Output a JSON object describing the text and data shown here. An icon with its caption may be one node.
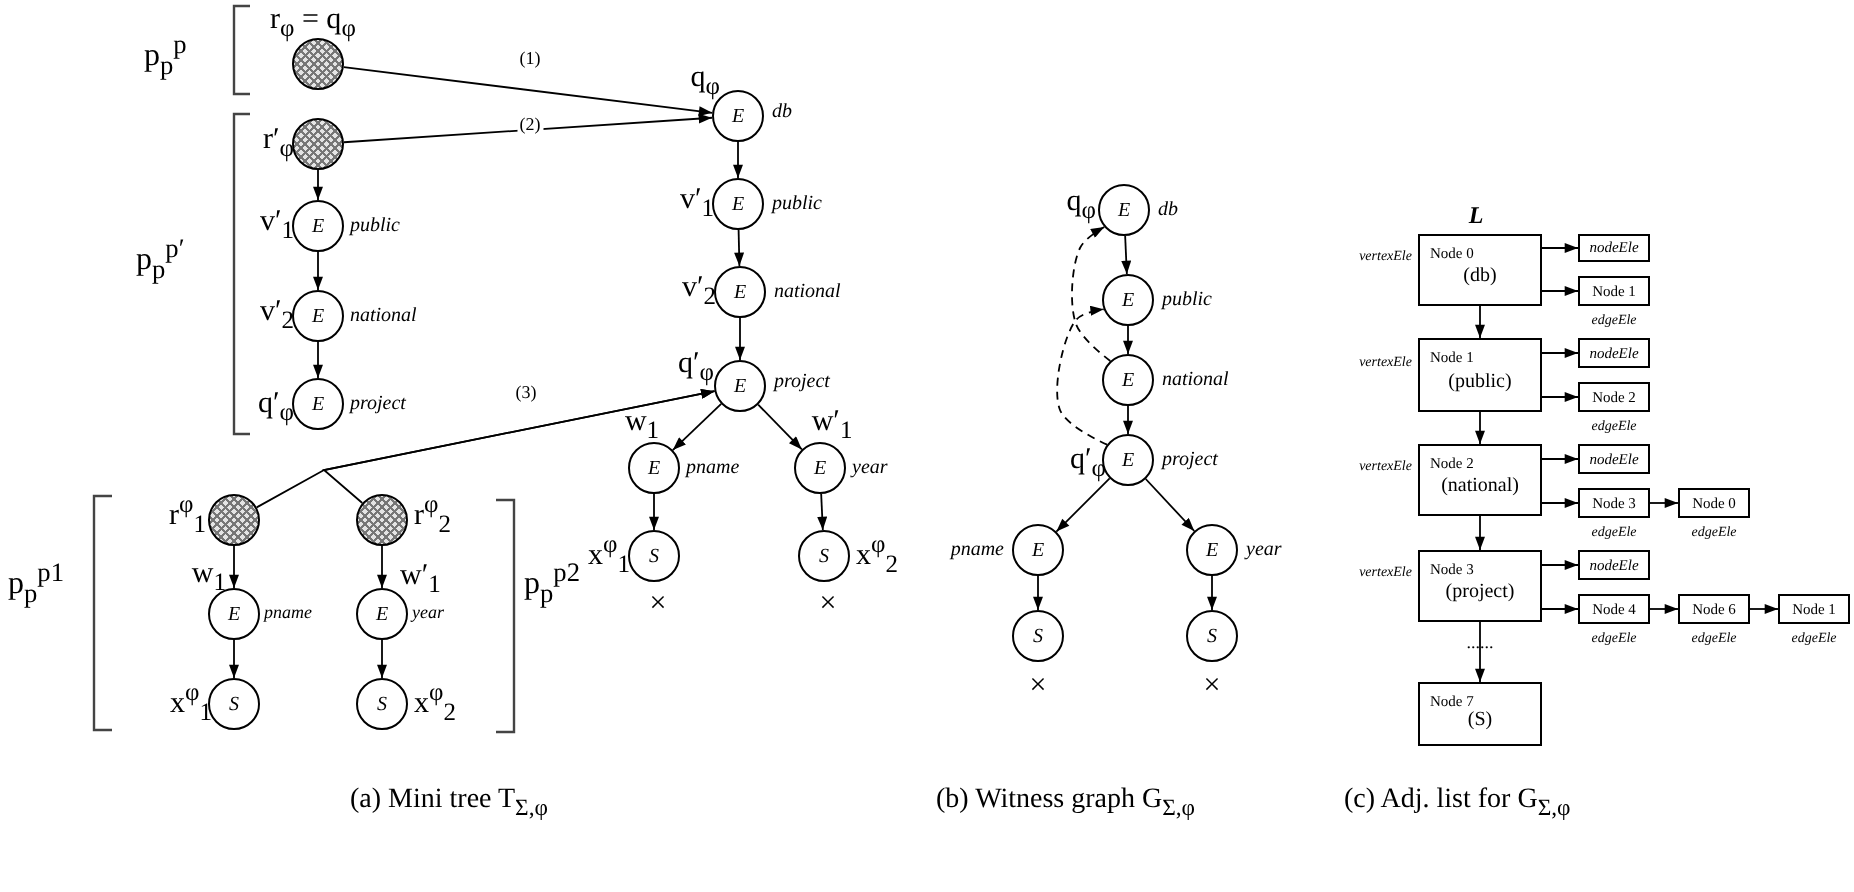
{
  "diagram": {
    "nodes": [
      {
        "text": [],
        "shape": "circle",
        "beside": [
          "r$_{φ}$ = q$_{φ}$"
        ]
      },
      {
        "text": [],
        "shape": "circle",
        "beside": [
          "r′$_{φ}$"
        ]
      },
      {
        "text": [
          "E"
        ],
        "beside": [
          "v′$_{1}$",
          "public"
        ]
      },
      {
        "text": [
          "E"
        ],
        "beside": [
          "v′$_{2}$",
          "national"
        ]
      },
      {
        "text": [
          "E"
        ],
        "beside": [
          "q′$_{φ}$",
          "project"
        ]
      },
      {
        "text": [],
        "shape": "circle",
        "beside": [
          "r$^{φ}$$_{1}$"
        ]
      },
      {
        "text": [],
        "shape": "circle",
        "beside": [
          "r$^{φ}$$_{2}$"
        ]
      },
      {
        "text": [
          "E"
        ],
        "beside": [
          "w$_{1}$",
          "pname"
        ]
      },
      {
        "text": [
          "E"
        ],
        "beside": [
          "w′$_{1}$",
          "year"
        ]
      },
      {
        "text": [
          "S"
        ],
        "beside": [
          "x$^{φ}$$_{1}$"
        ]
      },
      {
        "text": [
          "S"
        ],
        "beside": [
          "x$^{φ}$$_{2}$"
        ]
      },
      {
        "text": [
          "E"
        ],
        "beside": [
          "q$_{φ}$",
          "db"
        ]
      },
      {
        "text": [
          "E"
        ],
        "beside": [
          "v′$_{1}$",
          "public"
        ]
      },
      {
        "text": [
          "E"
        ],
        "beside": [
          "v′$_{2}$",
          "national"
        ]
      },
      {
        "text": [
          "E"
        ],
        "beside": [
          "q′$_{φ}$",
          "project"
        ]
      },
      {
        "text": [
          "E"
        ],
        "beside": [
          "w$_{1}$",
          "pname"
        ]
      },
      {
        "text": [
          "E"
        ],
        "beside": [
          "w′$_{1}$",
          "year"
        ]
      },
      {
        "text": [
          "S"
        ],
        "beside": [
          "x$^{φ}$$_{1}$",
          "×"
        ]
      },
      {
        "text": [
          "S"
        ],
        "beside": [
          "x$^{φ}$$_{2}$",
          "×"
        ]
      },
      {
        "text": [
          "E"
        ],
        "beside": [
          "q$_{φ}$",
          "db"
        ]
      },
      {
        "text": [
          "E"
        ],
        "beside": [
          "public"
        ]
      },
      {
        "text": [
          "E"
        ],
        "beside": [
          "national"
        ]
      },
      {
        "text": [
          "E"
        ],
        "beside": [
          "q′$_{φ}$",
          "project"
        ]
      },
      {
        "text": [
          "E"
        ],
        "beside": [
          "pname"
        ]
      },
      {
        "text": [
          "E"
        ],
        "beside": [
          "year"
        ]
      },
      {
        "text": [
          "S"
        ],
        "beside": [
          "×"
        ]
      },
      {
        "text": [
          "S"
        ],
        "beside": [
          "×"
        ]
      },
      {
        "text": [
          "Node 0",
          "(db)"
        ],
        "beside": [
          "L",
          "vertexEle"
        ]
      },
      {
        "text": [
          "nodeEle"
        ]
      },
      {
        "text": [
          "Node 1"
        ],
        "beside": [
          "edgeEle"
        ]
      },
      {
        "text": [
          "Node 1",
          "(public)"
        ],
        "beside": [
          "vertexEle"
        ]
      },
      {
        "text": [
          "nodeEle"
        ]
      },
      {
        "text": [
          "Node 2"
        ],
        "beside": [
          "edgeEle"
        ]
      },
      {
        "text": [
          "Node 2",
          "(national)"
        ],
        "beside": [
          "vertexEle"
        ]
      },
      {
        "text": [
          "nodeEle"
        ]
      },
      {
        "text": [
          "Node 3"
        ],
        "beside": [
          "edgeEle"
        ]
      },
      {
        "text": [
          "Node 0"
        ],
        "beside": [
          "edgeEle"
        ]
      },
      {
        "text": [
          "Node 3",
          "(project)"
        ],
        "beside": [
          "vertexEle"
        ]
      },
      {
        "text": [
          "nodeEle"
        ]
      },
      {
        "text": [
          "Node 4"
        ],
        "beside": [
          "edgeEle"
        ]
      },
      {
        "text": [
          "Node 6"
        ],
        "beside": [
          "edgeEle"
        ]
      },
      {
        "text": [
          "Node 1"
        ],
        "beside": [
          "edgeEle"
        ]
      },
      {
        "text": [
          "Node 7",
          "(S)"
        ]
      }
    ],
    "edges": [
      {
        "from": 0,
        "to": 11,
        "arrow": "to",
        "label": "(1)"
      },
      {
        "from": 1,
        "to": 11,
        "arrow": "to",
        "label": "(2)"
      },
      {
        "from": 1,
        "to": 2,
        "arrow": "to"
      },
      {
        "from": 2,
        "to": 3,
        "arrow": "to"
      },
      {
        "from": 3,
        "to": 4,
        "arrow": "to"
      },
      {
        "from": 5,
        "to": 14,
        "arrow": "to",
        "label": "(3)"
      },
      {
        "from": 6,
        "to": 14,
        "arrow": "to"
      },
      {
        "from": 5,
        "to": 7,
        "arrow": "to"
      },
      {
        "from": 7,
        "to": 9,
        "arrow": "to"
      },
      {
        "from": 6,
        "to": 8,
        "arrow": "to"
      },
      {
        "from": 8,
        "to": 10,
        "arrow": "to"
      },
      {
        "from": 11,
        "to": 12,
        "arrow": "to"
      },
      {
        "from": 12,
        "to": 13,
        "arrow": "to"
      },
      {
        "from": 13,
        "to": 14,
        "arrow": "to"
      },
      {
        "from": 14,
        "to": 15,
        "arrow": "to"
      },
      {
        "from": 14,
        "to": 16,
        "arrow": "to"
      },
      {
        "from": 15,
        "to": 17,
        "arrow": "to"
      },
      {
        "from": 16,
        "to": 18,
        "arrow": "to"
      },
      {
        "from": 19,
        "to": 20,
        "arrow": "to"
      },
      {
        "from": 20,
        "to": 21,
        "arrow": "to"
      },
      {
        "from": 21,
        "to": 22,
        "arrow": "to"
      },
      {
        "from": 22,
        "to": 23,
        "arrow": "to"
      },
      {
        "from": 22,
        "to": 24,
        "arrow": "to"
      },
      {
        "from": 23,
        "to": 25,
        "arrow": "to"
      },
      {
        "from": 24,
        "to": 26,
        "arrow": "to"
      },
      {
        "from": 21,
        "to": 19,
        "arrow": "to",
        "style": "dashed"
      },
      {
        "from": 22,
        "to": 20,
        "arrow": "to",
        "style": "dashed"
      },
      {
        "from": 27,
        "to": 28,
        "arrow": "to"
      },
      {
        "from": 27,
        "to": 29,
        "arrow": "to"
      },
      {
        "from": 27,
        "to": 30,
        "arrow": "to"
      },
      {
        "from": 30,
        "to": 31,
        "arrow": "to"
      },
      {
        "from": 30,
        "to": 32,
        "arrow": "to"
      },
      {
        "from": 30,
        "to": 33,
        "arrow": "to"
      },
      {
        "from": 33,
        "to": 34,
        "arrow": "to"
      },
      {
        "from": 33,
        "to": 35,
        "arrow": "to"
      },
      {
        "from": 35,
        "to": 36,
        "arrow": "to"
      },
      {
        "from": 33,
        "to": 37,
        "arrow": "to"
      },
      {
        "from": 37,
        "to": 38,
        "arrow": "to"
      },
      {
        "from": 37,
        "to": 39,
        "arrow": "to"
      },
      {
        "from": 39,
        "to": 40,
        "arrow": "to"
      },
      {
        "from": 40,
        "to": 41,
        "arrow": "to"
      },
      {
        "from": 37,
        "to": 42,
        "arrow": "to"
      }
    ],
    "labels": [
      "p$_{p}$$^{p}$",
      "p$_{p}$$^{p′}$",
      "p$_{p}$$^{p1}$",
      "p$_{p}$$^{p2}$",
      "......",
      "(a) Mini tree T$_{Σ,φ}$",
      "(b) Witness graph G$_{Σ,φ}$",
      "(c) Adj. list for G$_{Σ,φ}$"
    ]
  }
}
